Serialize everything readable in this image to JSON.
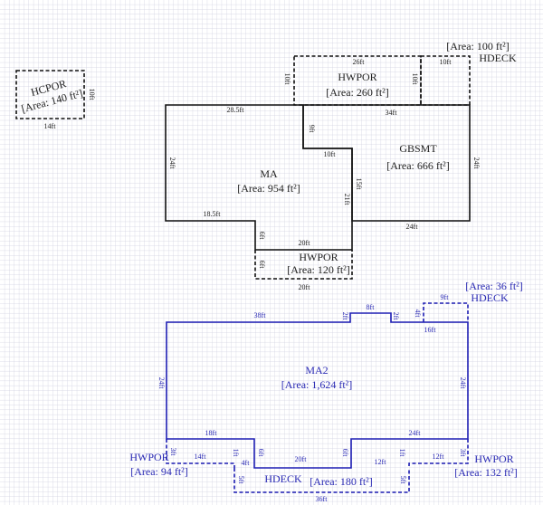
{
  "colors": {
    "top_sketch": "#111111",
    "bottom_sketch": "#1e1eb4",
    "grid": "#cfd0e0"
  },
  "hcpor": {
    "name": "HCPOR",
    "area": "[Area: 140 ft²]",
    "dims": [
      "14ft",
      "10ft"
    ]
  },
  "hwpor_top": {
    "name": "HWPOR",
    "area": "[Area: 260 ft²]",
    "dims": [
      "26ft",
      "10ft",
      "10ft"
    ]
  },
  "hdeck_top": {
    "name": "HDECK",
    "area": "[Area: 100 ft²]",
    "dims": [
      "10ft"
    ]
  },
  "ma": {
    "name": "MA",
    "area": "[Area: 954 ft²]",
    "dims": [
      "28.5ft",
      "24ft",
      "18.5ft",
      "6ft",
      "20ft",
      "21ft"
    ]
  },
  "gbsmt": {
    "name": "GBSMT",
    "area": "[Area: 666 ft²]",
    "dims": [
      "34ft",
      "9ft",
      "10ft",
      "15ft",
      "24ft",
      "24ft"
    ]
  },
  "hwpor_mid": {
    "name": "HWPOR",
    "area": "[Area: 120 ft²]",
    "dims": [
      "6ft",
      "20ft"
    ]
  },
  "ma2": {
    "name": "MA2",
    "area": "[Area: 1,624 ft²]",
    "dims": [
      "38ft",
      "2ft",
      "8ft",
      "2ft",
      "16ft",
      "24ft",
      "24ft",
      "18ft",
      "6ft",
      "20ft",
      "6ft",
      "24ft"
    ]
  },
  "hdeck_tr": {
    "name": "HDECK",
    "area": "[Area: 36 ft²]",
    "dims": [
      "9ft",
      "4ft"
    ]
  },
  "hwpor_left": {
    "name": "HWPOR",
    "area": "[Area: 94 ft²]",
    "dims": [
      "3ft",
      "14ft",
      "1ft",
      "4ft"
    ]
  },
  "hwpor_right": {
    "name": "HWPOR",
    "area": "[Area: 132 ft²]",
    "dims": [
      "3ft",
      "12ft",
      "1ft",
      "12ft"
    ]
  },
  "hdeck_bottom": {
    "name": "HDECK",
    "area": "[Area: 180 ft²]",
    "dims": [
      "5ft",
      "5ft",
      "36ft"
    ]
  }
}
